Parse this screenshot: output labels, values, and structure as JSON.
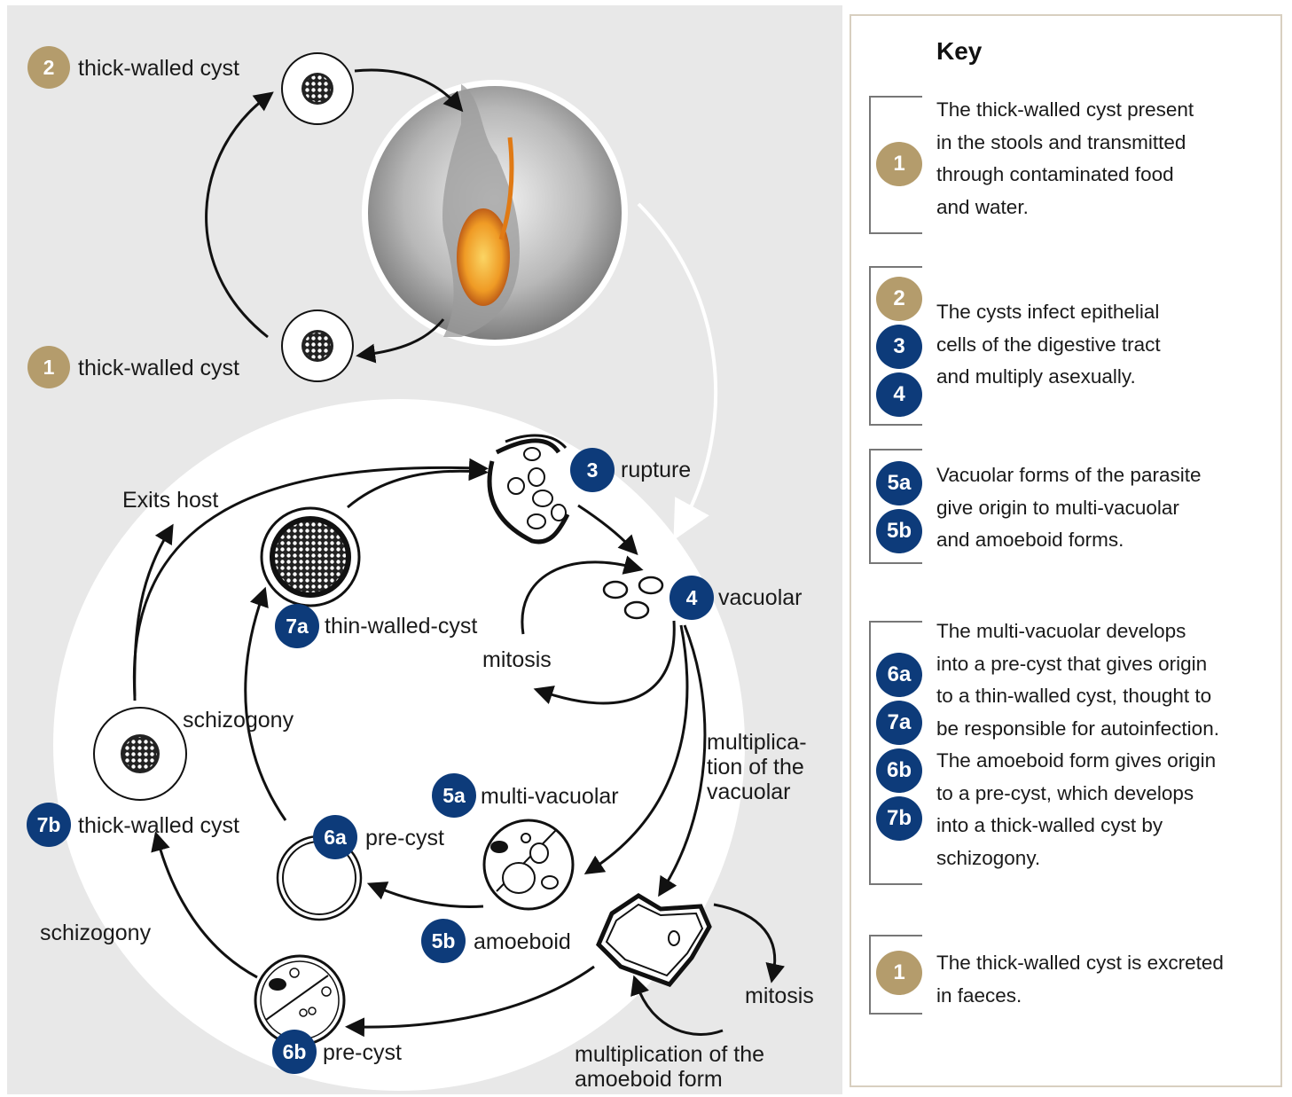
{
  "colors": {
    "gold": "#b49c6c",
    "blue": "#0d3b7a",
    "bg": "#e8e8e8"
  },
  "labels": {
    "cyst2": "thick-walled cyst",
    "cyst1": "thick-walled cyst",
    "exits": "Exits host",
    "rupture": "rupture",
    "vacuolar": "vacuolar",
    "thin_walled": "thin-walled-cyst",
    "mitosis_top": "mitosis",
    "schizogony_center": "schizogony",
    "multiplication_vac_1": "multiplica-",
    "multiplication_vac_2": "tion of the",
    "multiplication_vac_3": "vacuolar",
    "multi_vacuolar": "multi-vacuolar",
    "cyst7b": "thick-walled cyst",
    "precyst_6a": "pre-cyst",
    "amoeboid": "amoeboid",
    "schizogony_left": "schizogony",
    "mitosis_bottom": "mitosis",
    "precyst_6b": "pre-cyst",
    "mult_amoeboid_1": "multiplication of the",
    "mult_amoeboid_2": "amoeboid form"
  },
  "badges": {
    "b2": "2",
    "b1": "1",
    "b3": "3",
    "b4": "4",
    "b7a": "7a",
    "b5a": "5a",
    "b7b": "7b",
    "b6a": "6a",
    "b5b": "5b",
    "b6b": "6b"
  },
  "key": {
    "title": "Key",
    "entries": [
      {
        "badges": [
          {
            "text": "1",
            "color": "gold"
          }
        ],
        "lines": [
          "The thick-walled cyst present",
          "in the stools and transmitted",
          "through contaminated food",
          "and water."
        ]
      },
      {
        "badges": [
          {
            "text": "2",
            "color": "gold"
          },
          {
            "text": "3",
            "color": "blue"
          },
          {
            "text": "4",
            "color": "blue"
          }
        ],
        "lines": [
          "The cysts infect epithelial",
          "cells of the digestive tract",
          "and multiply asexually."
        ]
      },
      {
        "badges": [
          {
            "text": "5a",
            "color": "blue"
          },
          {
            "text": "5b",
            "color": "blue"
          }
        ],
        "lines": [
          "Vacuolar forms of the parasite",
          "give origin to multi-vacuolar",
          "and amoeboid forms."
        ]
      },
      {
        "badges": [
          {
            "text": "6a",
            "color": "blue"
          },
          {
            "text": "7a",
            "color": "blue"
          },
          {
            "text": "6b",
            "color": "blue"
          },
          {
            "text": "7b",
            "color": "blue"
          }
        ],
        "lines": [
          "The multi-vacuolar develops",
          "into a pre-cyst that gives origin",
          "to a thin-walled cyst, thought to",
          "be responsible for autoinfection.",
          "The amoeboid form gives origin",
          "to a pre-cyst, which develops",
          "into a thick-walled cyst by",
          "schizogony."
        ]
      },
      {
        "badges": [
          {
            "text": "1",
            "color": "gold"
          }
        ],
        "lines": [
          "The thick-walled cyst is excreted",
          "in faeces."
        ]
      }
    ]
  }
}
